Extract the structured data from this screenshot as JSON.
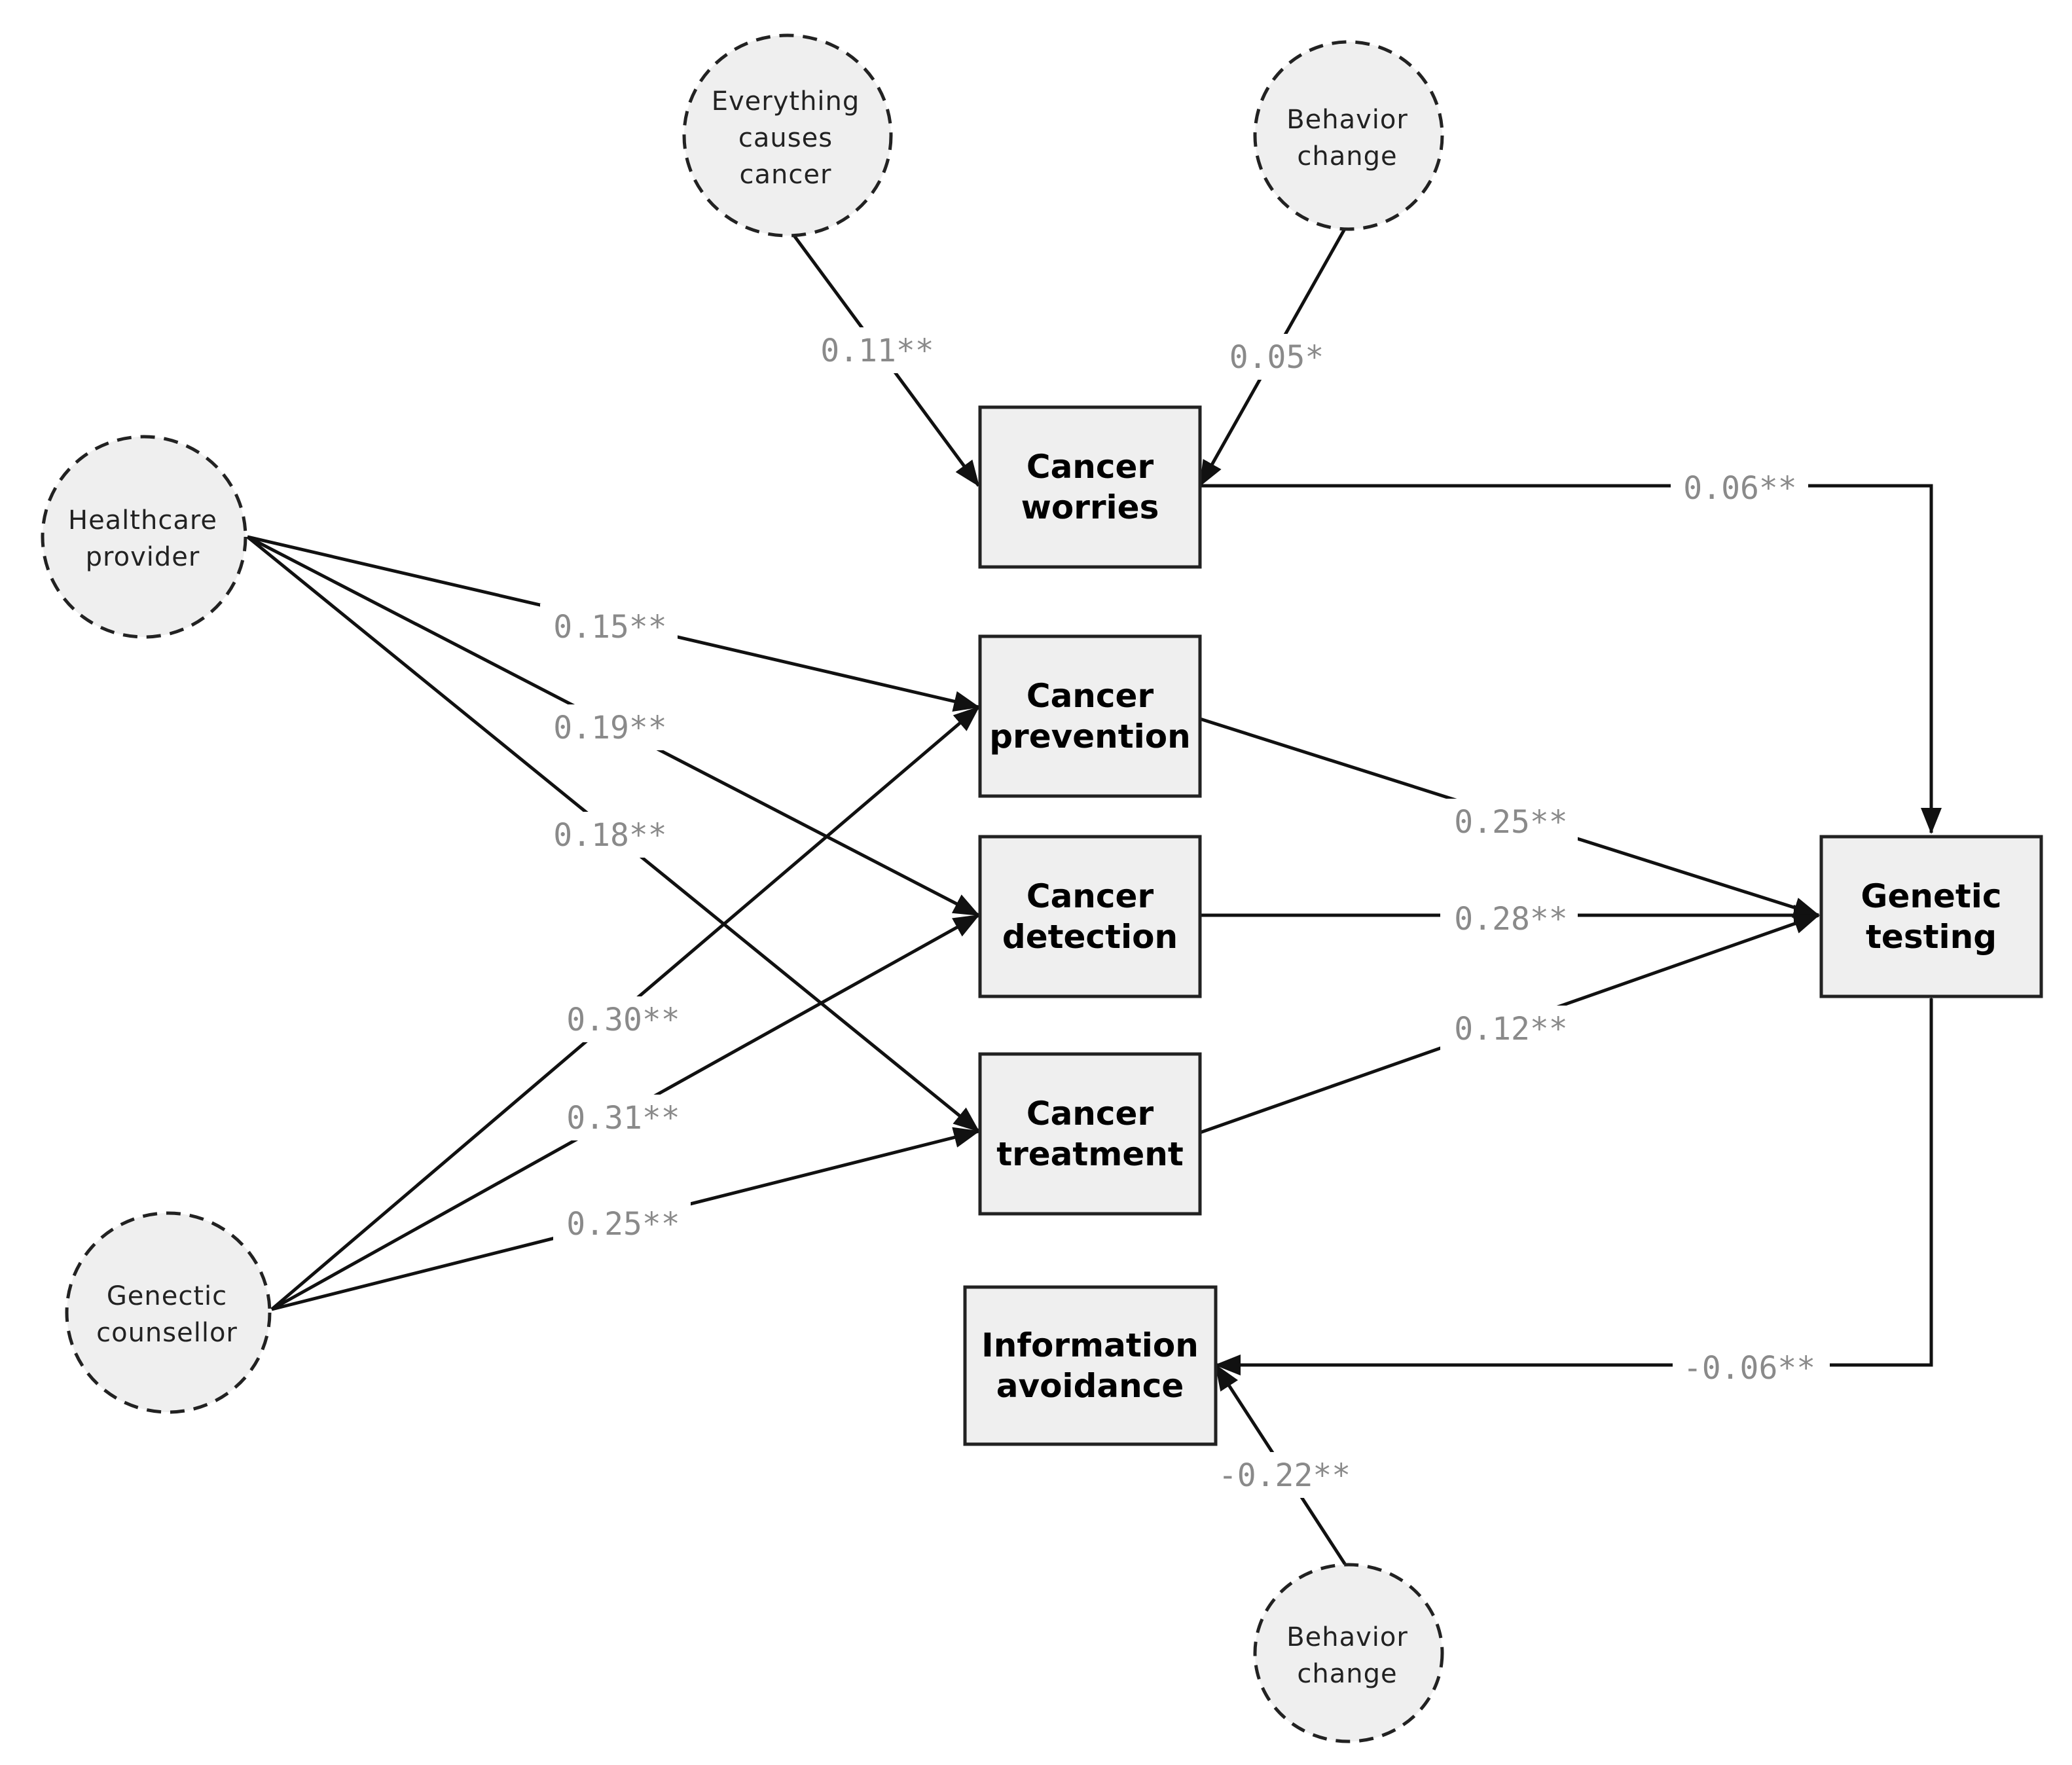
{
  "latent_nodes": {
    "everything_causes_cancer": [
      "Everything",
      "causes",
      "cancer"
    ],
    "behavior_change_top": [
      "Behavior",
      "change"
    ],
    "healthcare_provider": [
      "Healthcare",
      "provider"
    ],
    "genetic_counsellor": [
      "Genectic",
      "counsellor"
    ],
    "behavior_change_bottom": [
      "Behavior",
      "change"
    ]
  },
  "observed_nodes": {
    "cancer_worries": [
      "Cancer",
      "worries"
    ],
    "cancer_prevention": [
      "Cancer",
      "prevention"
    ],
    "cancer_detection": [
      "Cancer",
      "detection"
    ],
    "cancer_treatment": [
      "Cancer",
      "treatment"
    ],
    "information_avoidance": [
      "Information",
      "avoidance"
    ],
    "genetic_testing": [
      "Genetic",
      "testing"
    ]
  },
  "paths": {
    "everything_to_worries": "0.11**",
    "behavior_to_worries": "0.05*",
    "worries_to_testing": "0.06**",
    "provider_to_prevention": "0.15**",
    "provider_to_detection": "0.19**",
    "provider_to_treatment": "0.18**",
    "counsellor_to_prevention": "0.30**",
    "counsellor_to_detection": "0.31**",
    "counsellor_to_treatment": "0.25**",
    "prevention_to_testing": "0.25**",
    "detection_to_testing": "0.28**",
    "treatment_to_testing": "0.12**",
    "avoidance_to_testing": "-0.06**",
    "behavior_to_avoidance": "-0.22**"
  },
  "colors": {
    "node_fill": "#efefef",
    "line": "#111111",
    "coefficient_text": "#8a8a8a"
  }
}
